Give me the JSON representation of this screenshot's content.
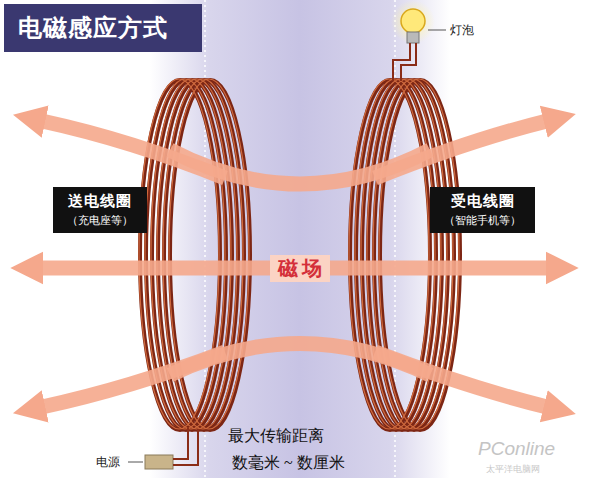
{
  "diagram": {
    "title": "电磁感应方式",
    "nodes": [
      {
        "text": [
          "送电线圈",
          "（充电座等）"
        ]
      },
      {
        "text": [
          "受电线圈",
          "（智能手机等）"
        ]
      }
    ],
    "labels": [
      "磁场",
      "灯泡",
      "电源",
      "最大传输距离",
      "数毫米 ~ 数厘米",
      "PConline",
      "太平洋电脑网"
    ]
  }
}
